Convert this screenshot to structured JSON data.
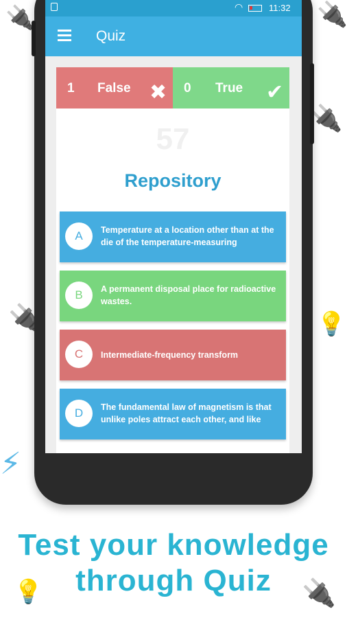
{
  "status_bar": {
    "time": "11:32",
    "icons": [
      "sim-icon",
      "wifi-icon",
      "battery-low-icon"
    ]
  },
  "app_bar": {
    "title": "Quiz",
    "menu_icon": "hamburger-menu-icon"
  },
  "scoreboard": {
    "false_count": "1",
    "false_label": "False",
    "false_icon": "✖",
    "true_count": "0",
    "true_label": "True",
    "true_icon": "✔",
    "false_color": "#e07a7a",
    "true_color": "#7fd88a"
  },
  "timer": "57",
  "question": "Repository",
  "options": [
    {
      "letter": "A",
      "text": "Temperature at a location other than at the die of the temperature-measuring",
      "color": "#45ade0"
    },
    {
      "letter": "B",
      "text": "A permanent disposal place for radioactive wastes.",
      "color": "#79d67e"
    },
    {
      "letter": "C",
      "text": "Intermediate-frequency transform",
      "color": "#d87474"
    },
    {
      "letter": "D",
      "text": "The fundamental law of magnetism is that unlike poles attract each other, and like",
      "color": "#45ade0"
    }
  ],
  "tagline": {
    "line1": "Test your knowledge",
    "line2": "through Quiz"
  },
  "decorations": [
    "plug-icon",
    "lightbulb-icon",
    "lightning-icon"
  ],
  "accent_color": "#3fb0e2"
}
